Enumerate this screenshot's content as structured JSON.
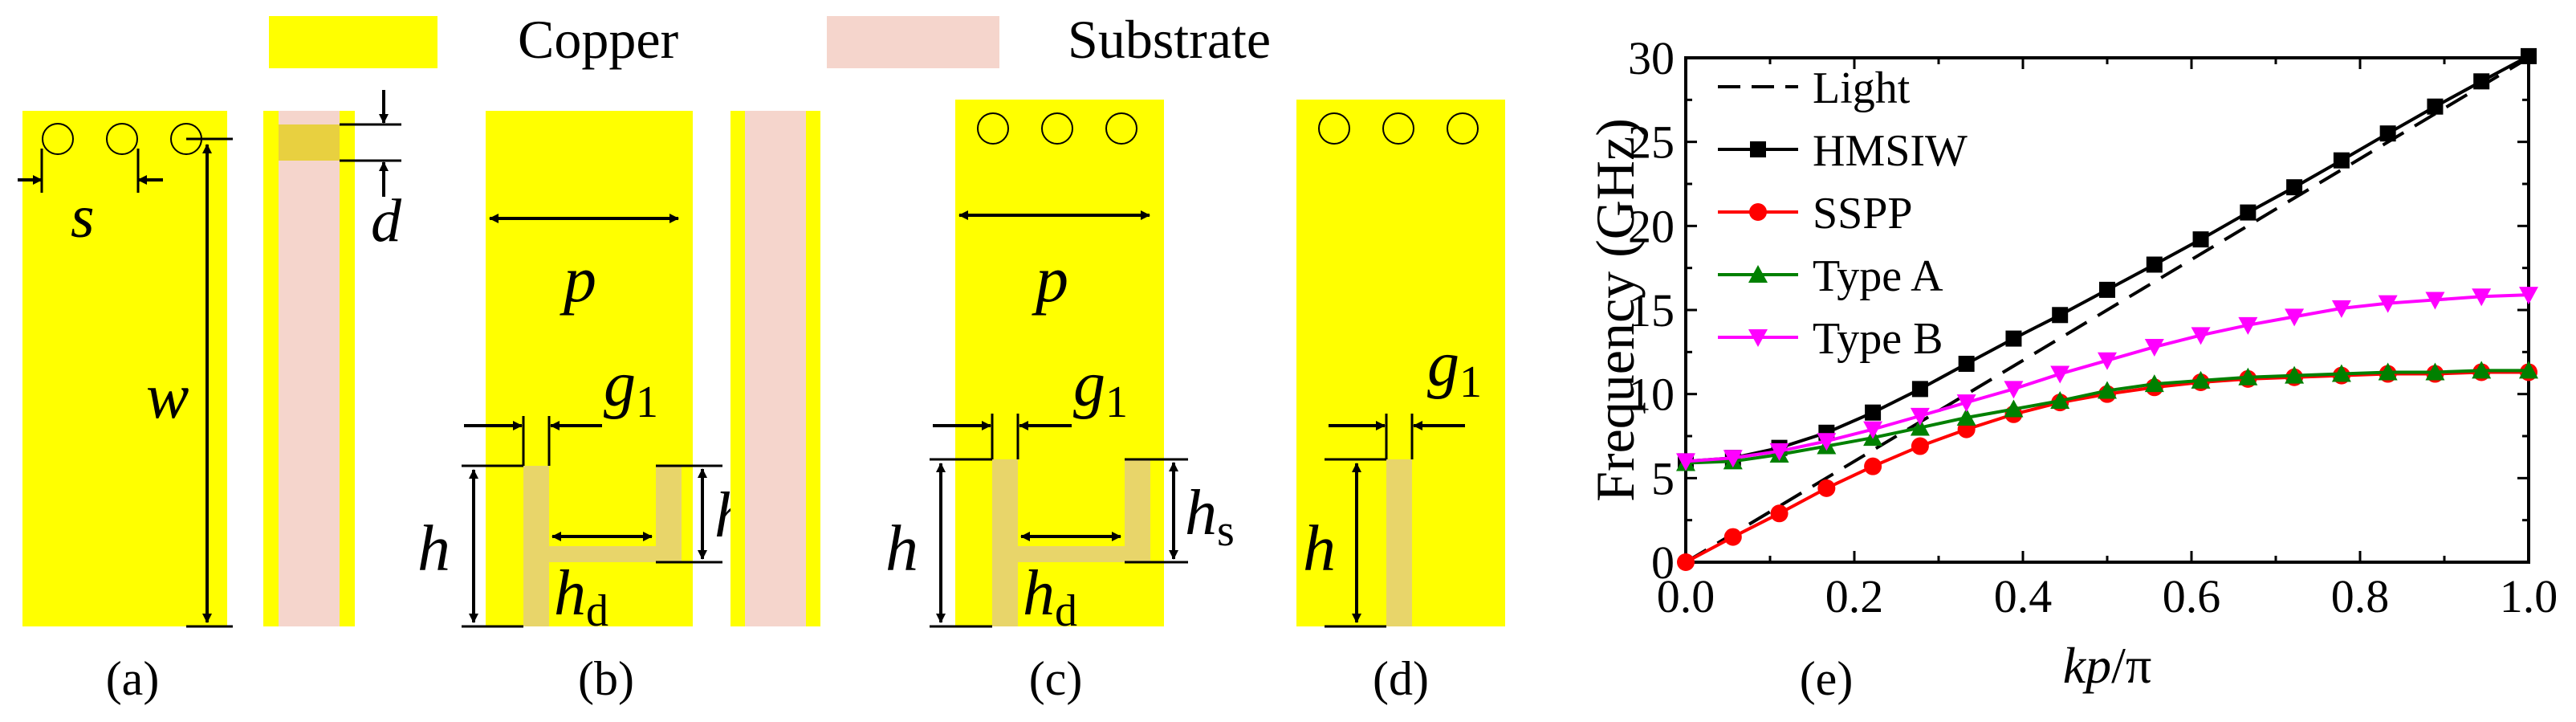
{
  "colors": {
    "copper": "#ffff00",
    "substrate": "#f5d5cc",
    "light": "#000000",
    "hmsiw": "#000000",
    "sspp": "#ff0000",
    "type_a": "#008000",
    "type_b": "#ff00ff"
  },
  "legend_top": {
    "copper": "Copper",
    "substrate": "Substrate"
  },
  "panel_labels": {
    "a": "(a)",
    "b": "(b)",
    "c": "(c)",
    "d": "(d)",
    "e": "(e)"
  },
  "dims": {
    "s": "s",
    "d": "d",
    "w": "w",
    "p": "p",
    "g": "g",
    "g_sub": "1",
    "h": "h",
    "hs": "h",
    "hs_sub": "s",
    "hd": "h",
    "hd_sub": "d"
  },
  "chart_data": {
    "type": "line",
    "xlabel_k": "kp",
    "xlabel_rest": "/π",
    "ylabel": "Frequency (GHz)",
    "xlim": [
      0.0,
      1.0
    ],
    "ylim": [
      0,
      30
    ],
    "xticks": [
      "0.0",
      "0.2",
      "0.4",
      "0.6",
      "0.8",
      "1.0"
    ],
    "yticks": [
      "0",
      "5",
      "10",
      "15",
      "20",
      "25",
      "30"
    ],
    "legend_position": "top-left",
    "series": [
      {
        "name": "Light",
        "style": "dashed",
        "marker": "none",
        "x": [
          0.0,
          1.0
        ],
        "y": [
          0,
          30
        ]
      },
      {
        "name": "HMSIW",
        "style": "solid",
        "marker": "square",
        "x": [
          0.0,
          0.056,
          0.111,
          0.167,
          0.222,
          0.278,
          0.333,
          0.389,
          0.444,
          0.5,
          0.556,
          0.611,
          0.667,
          0.722,
          0.778,
          0.833,
          0.889,
          0.944,
          1.0
        ],
        "y": [
          6.0,
          6.2,
          6.8,
          7.7,
          8.9,
          10.3,
          11.8,
          13.3,
          14.7,
          16.2,
          17.7,
          19.2,
          20.8,
          22.3,
          23.9,
          25.5,
          27.1,
          28.6,
          30.1
        ]
      },
      {
        "name": "SSPP",
        "style": "solid",
        "marker": "circle",
        "x": [
          0.0,
          0.056,
          0.111,
          0.167,
          0.222,
          0.278,
          0.333,
          0.389,
          0.444,
          0.5,
          0.556,
          0.611,
          0.667,
          0.722,
          0.778,
          0.833,
          0.889,
          0.944,
          1.0
        ],
        "y": [
          0.0,
          1.5,
          2.9,
          4.4,
          5.7,
          6.9,
          7.9,
          8.8,
          9.5,
          10.0,
          10.4,
          10.7,
          10.9,
          11.0,
          11.1,
          11.2,
          11.2,
          11.3,
          11.3
        ]
      },
      {
        "name": "Type A",
        "style": "solid",
        "marker": "triangle-up",
        "x": [
          0.0,
          0.056,
          0.111,
          0.167,
          0.222,
          0.278,
          0.333,
          0.389,
          0.444,
          0.5,
          0.556,
          0.611,
          0.667,
          0.722,
          0.778,
          0.833,
          0.889,
          0.944,
          1.0
        ],
        "y": [
          5.9,
          6.0,
          6.4,
          6.9,
          7.4,
          8.0,
          8.6,
          9.1,
          9.6,
          10.2,
          10.6,
          10.8,
          11.0,
          11.1,
          11.2,
          11.3,
          11.3,
          11.4,
          11.4
        ]
      },
      {
        "name": "Type B",
        "style": "solid",
        "marker": "triangle-down",
        "x": [
          0.0,
          0.056,
          0.111,
          0.167,
          0.222,
          0.278,
          0.333,
          0.389,
          0.444,
          0.5,
          0.556,
          0.611,
          0.667,
          0.722,
          0.778,
          0.833,
          0.889,
          0.944,
          1.0
        ],
        "y": [
          6.0,
          6.2,
          6.6,
          7.2,
          7.9,
          8.7,
          9.5,
          10.3,
          11.2,
          12.0,
          12.8,
          13.5,
          14.1,
          14.6,
          15.1,
          15.4,
          15.6,
          15.8,
          15.9
        ]
      }
    ]
  }
}
